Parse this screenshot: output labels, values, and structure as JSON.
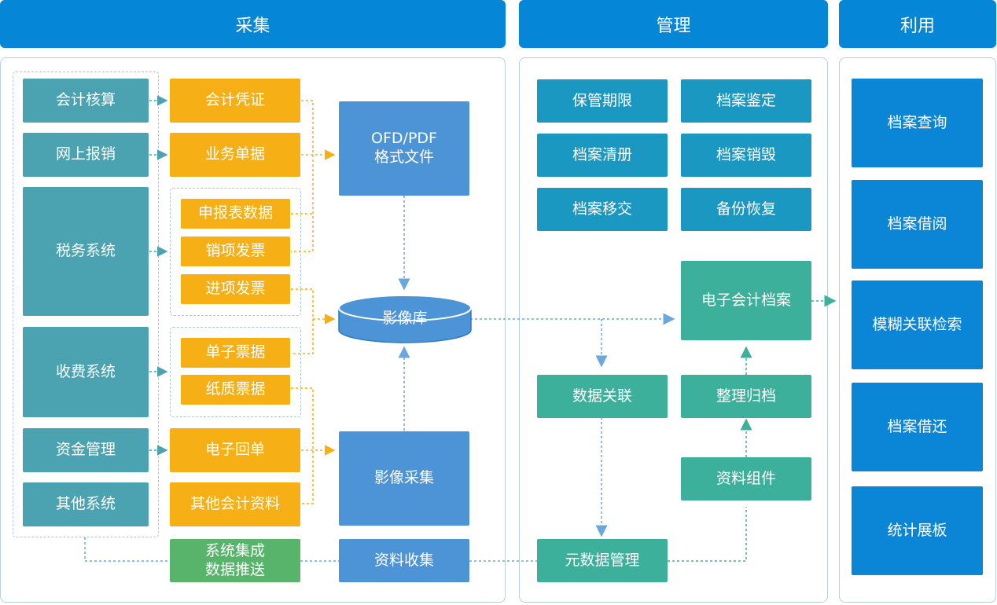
{
  "headers": {
    "collect": "采集",
    "manage": "管理",
    "use": "利用"
  },
  "sources": [
    "会计核算",
    "网上报销",
    "税务系统",
    "收费系统",
    "资金管理",
    "其他系统"
  ],
  "documents": [
    "会计凭证",
    "业务单据",
    "申报表数据",
    "销项发票",
    "进项发票",
    "单子票据",
    "纸质票据",
    "电子回单",
    "其他会计资料"
  ],
  "collect_blocks": {
    "ofd_line1": "OFD/PDF",
    "ofd_line2": "格式文件",
    "image_library": "影像库",
    "image_capture": "影像采集",
    "data_collect": "资料收集",
    "integration_line1": "系统集成",
    "integration_line2": "数据推送"
  },
  "manage_functions": [
    "保管期限",
    "档案鉴定",
    "档案清册",
    "档案销毁",
    "档案移交",
    "备份恢复"
  ],
  "manage_flow": {
    "e_archive": "电子会计档案",
    "data_link": "数据关联",
    "organize": "整理归档",
    "components": "资料组件",
    "metadata": "元数据管理"
  },
  "use_items": [
    "档案查询",
    "档案借阅",
    "模糊关联检索",
    "档案借还",
    "统计展板"
  ],
  "colors": {
    "header_blue": "#0586d6",
    "source_teal": "#4ba3b1",
    "doc_orange": "#f6af15",
    "block_blue": "#4d94d6",
    "integration_green": "#58b46a",
    "manage_teal": "#1b98c2",
    "flow_mint": "#3db09b",
    "use_blue": "#0b85d6"
  }
}
